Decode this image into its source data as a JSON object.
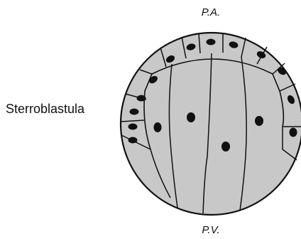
{
  "labels": {
    "top_pole": "P.A.",
    "bottom_pole": "P.V.",
    "structure_name": "Sterroblastula"
  },
  "colors": {
    "cell_fill": "#c8c8c8",
    "outline": "#111111",
    "nucleus": "#111111",
    "background": "#ffffff"
  }
}
